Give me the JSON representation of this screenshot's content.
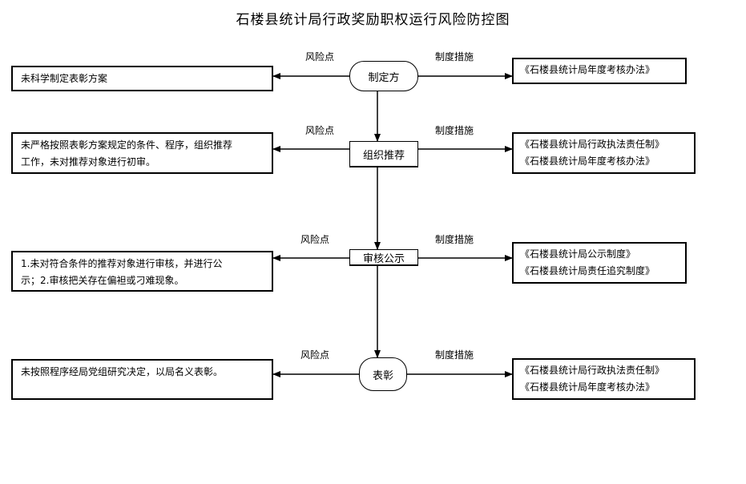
{
  "title": "石楼县统计局行政奖励职权运行风险防控图",
  "labels": {
    "risk_point": "风险点",
    "measures": "制度措施"
  },
  "steps": [
    {
      "name": "制定方",
      "risk": [
        "未科学制定表彰方案"
      ],
      "measures": [
        "《石楼县统计局年度考核办法》"
      ]
    },
    {
      "name": "组织推荐",
      "risk": [
        "未严格按照表彰方案规定的条件、程序，组织推荐",
        "工作，未对推荐对象进行初审。"
      ],
      "measures": [
        "《石楼县统计局行政执法责任制》",
        "《石楼县统计局年度考核办法》"
      ]
    },
    {
      "name": "审核公示",
      "risk": [
        "1.未对符合条件的推荐对象进行审核，并进行公",
        "示；2.审核把关存在偏袒或刁难现象。"
      ],
      "measures": [
        "《石楼县统计局公示制度》",
        "《石楼县统计局责任追究制度》"
      ]
    },
    {
      "name": "表彰",
      "risk": [
        "未按照程序经局党组研究决定，以局名义表彰。"
      ],
      "measures": [
        "《石楼县统计局行政执法责任制》",
        "《石楼县统计局年度考核办法》"
      ]
    }
  ]
}
